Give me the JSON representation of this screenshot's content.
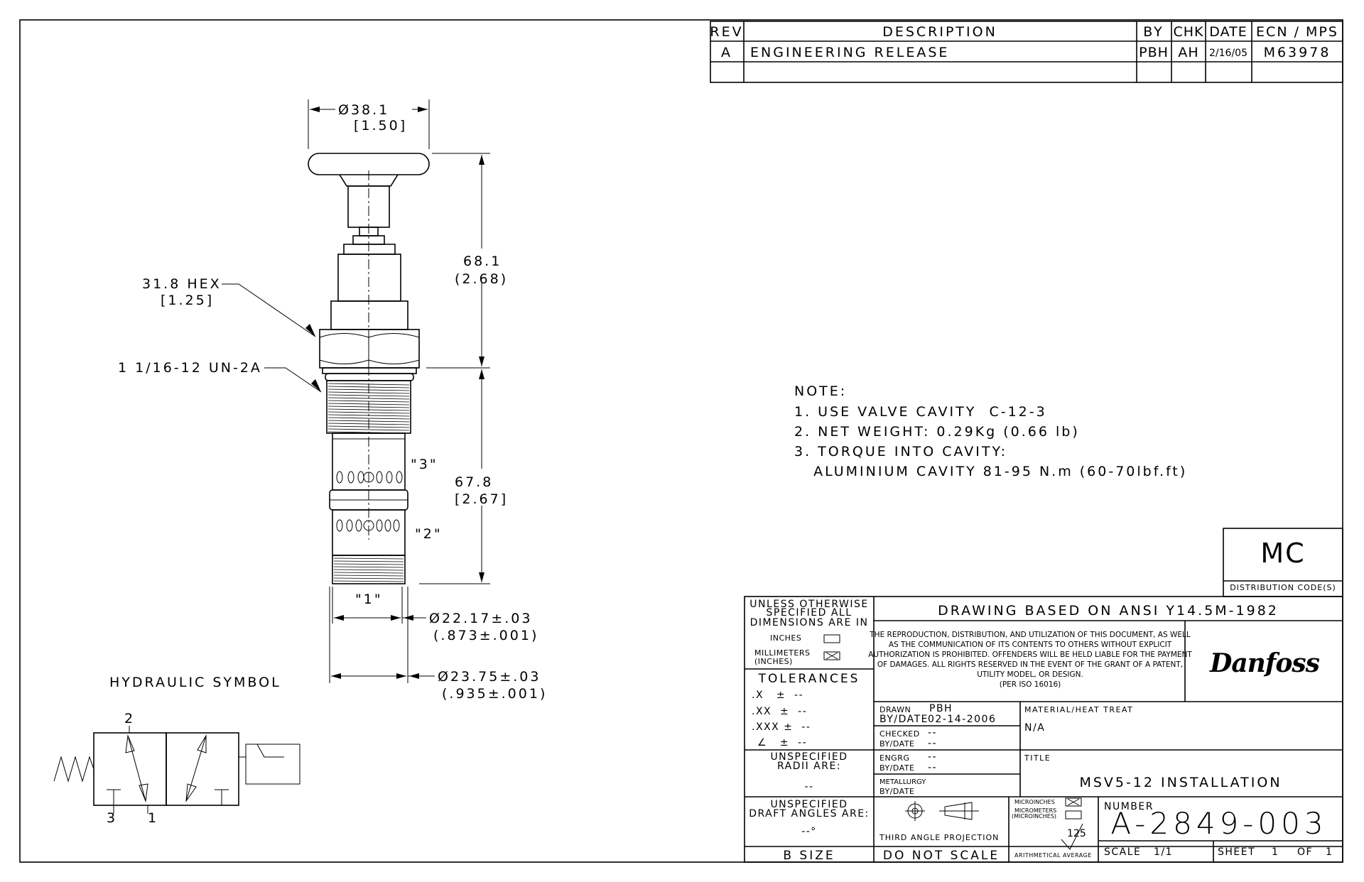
{
  "revision_table": {
    "headers": [
      "REV",
      "DESCRIPTION",
      "BY",
      "CHK",
      "DATE",
      "ECN / MPS"
    ],
    "rows": [
      [
        "A",
        "ENGINEERING RELEASE",
        "PBH",
        "AH",
        "2/16/05",
        "M63978"
      ]
    ]
  },
  "dimensions": {
    "knob_dia": "Ø38.1",
    "knob_dia_in": "[1.50]",
    "upper_len": "68.1",
    "upper_len_in": "(2.68)",
    "hex": "31.8 HEX",
    "hex_in": "[1.25]",
    "thread": "1 1/16-12 UN-2A",
    "lower_len": "67.8",
    "lower_len_in": "[2.67]",
    "port3": "\"3\"",
    "port2": "\"2\"",
    "port1": "\"1\"",
    "dia1": "Ø22.17±.03",
    "dia1_in": "(.873±.001)",
    "dia2": "Ø23.75±.03",
    "dia2_in": "(.935±.001)"
  },
  "hydraulic_symbol": {
    "title": "HYDRAULIC SYMBOL",
    "port_top": "2",
    "port_left": "3",
    "port_right": "1"
  },
  "notes": {
    "heading": "NOTE:",
    "lines": [
      "1. USE VALVE CAVITY  C-12-3",
      "2. NET WEIGHT: 0.29Kg (0.66 lb)",
      "3. TORQUE INTO CAVITY:",
      "   ALUMINIUM CAVITY 81-95 N.m (60-70lbf.ft)"
    ]
  },
  "distribution": {
    "code": "MC",
    "label": "DISTRIBUTION CODE(S)"
  },
  "title_block": {
    "unless": [
      "UNLESS OTHERWISE",
      "SPECIFIED ALL",
      "DIMENSIONS ARE IN"
    ],
    "inches": "INCHES",
    "millimeters": "MILLIMETERS",
    "inches_paren": "(INCHES)",
    "tolerances": "TOLERANCES",
    "tol_rows": [
      ".X   ±  --",
      ".XX  ±  --",
      ".XXX ±  --",
      "∠   ±  --"
    ],
    "radii": [
      "UNSPECIFIED",
      "RADII ARE:"
    ],
    "radii_value": "--",
    "draft": [
      "UNSPECIFIED",
      "DRAFT ANGLES ARE:"
    ],
    "draft_value": "--°",
    "size": "B SIZE",
    "ansi": "DRAWING BASED ON ANSI Y14.5M-1982",
    "legal": [
      "THE REPRODUCTION, DISTRIBUTION, AND UTILIZATION OF THIS DOCUMENT, AS WELL",
      "AS THE COMMUNICATION OF ITS CONTENTS TO OTHERS WITHOUT EXPLICIT",
      "AUTHORIZATION IS PROHIBITED. OFFENDERS WILL BE HELD LIABLE FOR THE PAYMENT",
      "OF DAMAGES.  ALL RIGHTS RESERVED IN THE EVENT OF THE GRANT OF A PATENT,",
      "UTILITY MODEL, OR DESIGN.",
      "(PER ISO 16016)"
    ],
    "logo": "Danfoss",
    "drawn_label": "DRAWN",
    "drawn_by": "PBH",
    "bydate_label": "BY/DATE",
    "drawn_date": "02-14-2006",
    "checked_label": "CHECKED",
    "checked_value": "--",
    "checked_date": "--",
    "engrg_label": "ENGRG",
    "engrg_value": "--",
    "engrg_date": "--",
    "metallurgy_label": "METALLURGY",
    "material_label": "MATERIAL/HEAT TREAT",
    "material_value": "N/A",
    "title_label": "TITLE",
    "title_value": "MSV5-12 INSTALLATION",
    "projection": "THIRD ANGLE PROJECTION",
    "do_not_scale": "DO NOT SCALE",
    "microinches": "MICROINCHES",
    "micrometers": "MICROMETERS",
    "microinches_paren": "(MICROINCHES)",
    "roughness": "125",
    "arith": "ARITHMETICAL AVERAGE",
    "number_label": "NUMBER",
    "number_value": "A-2849-003",
    "scale_label": "SCALE",
    "scale_value": "1/1",
    "sheet_label": "SHEET",
    "sheet_value": "1",
    "of_label": "OF",
    "of_value": "1"
  }
}
